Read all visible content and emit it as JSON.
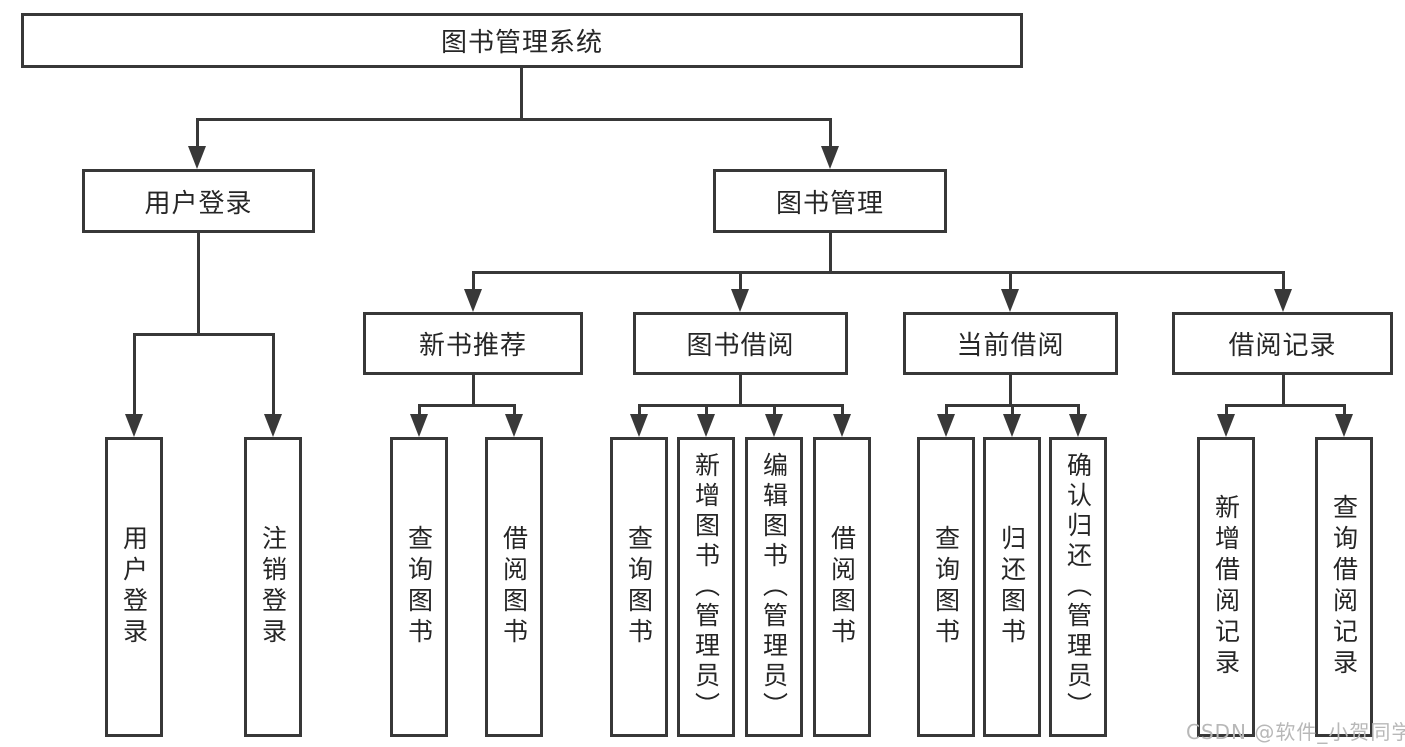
{
  "diagram": {
    "root": {
      "label": "图书管理系统"
    },
    "level2": {
      "user_login": {
        "label": "用户登录"
      },
      "book_mgmt": {
        "label": "图书管理"
      }
    },
    "level3": {
      "new_book": {
        "label": "新书推荐"
      },
      "book_borrow": {
        "label": "图书借阅"
      },
      "current_borrow": {
        "label": "当前借阅"
      },
      "borrow_record": {
        "label": "借阅记录"
      }
    },
    "leaves": {
      "user_login_leaf": {
        "label": "用户登录"
      },
      "logout": {
        "label": "注销登录"
      },
      "nb_query": {
        "label": "查询图书"
      },
      "nb_borrow": {
        "label": "借阅图书"
      },
      "bb_query": {
        "label": "查询图书"
      },
      "bb_add": {
        "label": "新增图书（管理员）"
      },
      "bb_edit": {
        "label": "编辑图书（管理员）"
      },
      "bb_borrow": {
        "label": "借阅图书"
      },
      "cb_query": {
        "label": "查询图书"
      },
      "cb_return": {
        "label": "归还图书"
      },
      "cb_confirm": {
        "label": "确认归还（管理员）"
      },
      "br_add": {
        "label": "新增借阅记录"
      },
      "br_query": {
        "label": "查询借阅记录"
      }
    }
  },
  "watermark": {
    "text": "CSDN @软件_小贺同学",
    "color": "#b8b8b8"
  },
  "colors": {
    "line": "#383838",
    "text": "#262626",
    "background": "#ffffff"
  }
}
